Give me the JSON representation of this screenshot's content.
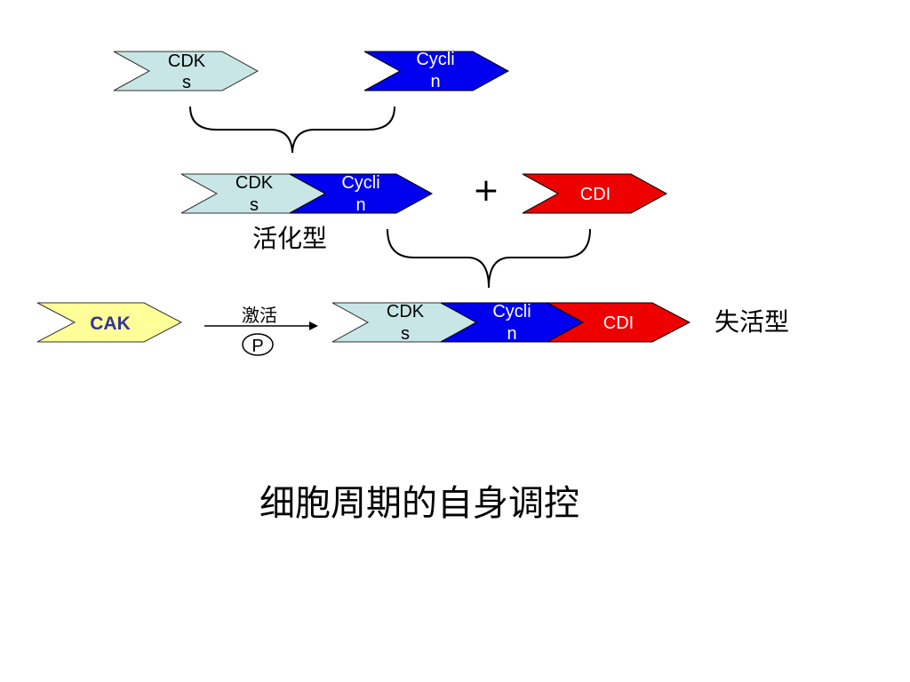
{
  "slide": {
    "title": "细胞周期的自身调控"
  },
  "shapes": {
    "cdks_top": {
      "line1": "CDK",
      "line2": "s",
      "fill": "#c8e6e6"
    },
    "cyclin_top": {
      "line1": "Cycli",
      "line2": "n",
      "fill": "#0000ee"
    },
    "cdks_mid": {
      "line1": "CDK",
      "line2": "s",
      "fill": "#c8e6e6"
    },
    "cyclin_mid": {
      "line1": "Cycli",
      "line2": "n",
      "fill": "#0000ee"
    },
    "cdi_mid": {
      "text": "CDI",
      "fill": "#ee0000"
    },
    "cak": {
      "text": "CAK",
      "fill": "#ffff99",
      "text_color": "#333399"
    },
    "cdks_bottom": {
      "line1": "CDK",
      "line2": "s",
      "fill": "#c8e6e6"
    },
    "cyclin_bottom": {
      "line1": "Cycli",
      "line2": "n",
      "fill": "#0000ee"
    },
    "cdi_bottom": {
      "text": "CDI",
      "fill": "#ee0000"
    }
  },
  "labels": {
    "plus": "+",
    "active_form": "活化型",
    "inactive_form": "失活型",
    "activation": "激活",
    "phosphate": "P"
  }
}
